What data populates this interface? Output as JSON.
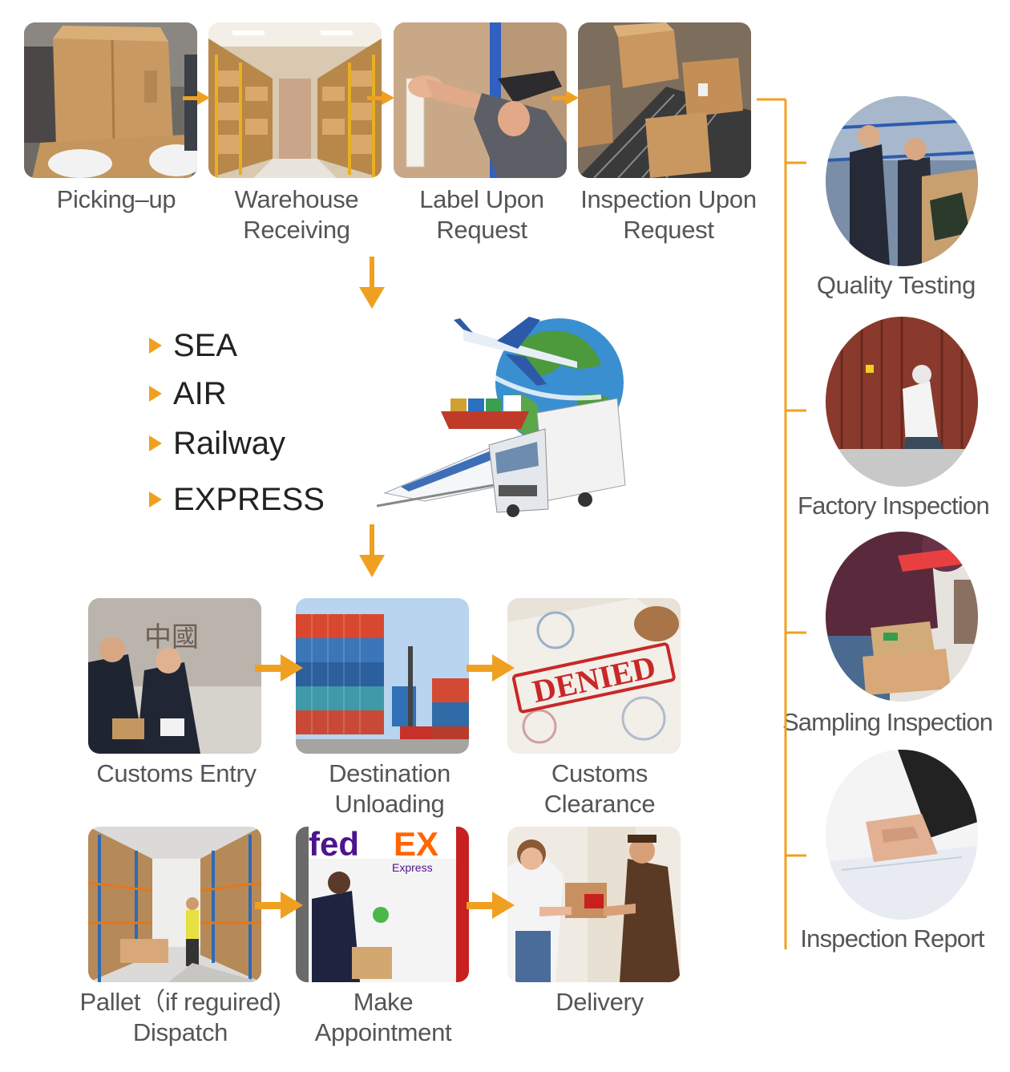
{
  "colors": {
    "accent": "#f0a020",
    "label_text": "#555555",
    "mode_text": "#222222"
  },
  "top_steps": [
    {
      "id": "picking-up",
      "lines": [
        "Picking–up"
      ]
    },
    {
      "id": "warehouse-receiving",
      "lines": [
        "Warehouse",
        "Receiving"
      ]
    },
    {
      "id": "label-upon-request",
      "lines": [
        "Label Upon",
        "Request"
      ]
    },
    {
      "id": "inspection-upon-request",
      "lines": [
        "Inspection Upon",
        "Request"
      ]
    }
  ],
  "transport_modes": [
    "SEA",
    "AIR",
    "Railway",
    "EXPRESS"
  ],
  "middle_steps": [
    {
      "id": "customs-entry",
      "lines": [
        "Customs Entry"
      ]
    },
    {
      "id": "destination-unloading",
      "lines": [
        "Destination",
        "Unloading"
      ]
    },
    {
      "id": "customs-clearance",
      "lines": [
        "Customs",
        "Clearance"
      ]
    }
  ],
  "bottom_steps": [
    {
      "id": "pallet-dispatch",
      "lines": [
        "Pallet（if reguired)",
        "Dispatch"
      ]
    },
    {
      "id": "make-appointment",
      "lines": [
        "Make",
        "Appointment"
      ]
    },
    {
      "id": "delivery",
      "lines": [
        "Delivery"
      ]
    }
  ],
  "inspection_services": [
    {
      "id": "quality-testing",
      "label": "Quality Testing"
    },
    {
      "id": "factory-inspection",
      "label": "Factory Inspection"
    },
    {
      "id": "sampling-inspection",
      "label": "Sampling Inspection"
    },
    {
      "id": "inspection-report",
      "label": "Inspection Report"
    }
  ],
  "photo_text": {
    "stamp": "DENIED",
    "fedex_left": "fed",
    "fedex_right": "EX",
    "fedex_sub": "Express"
  }
}
